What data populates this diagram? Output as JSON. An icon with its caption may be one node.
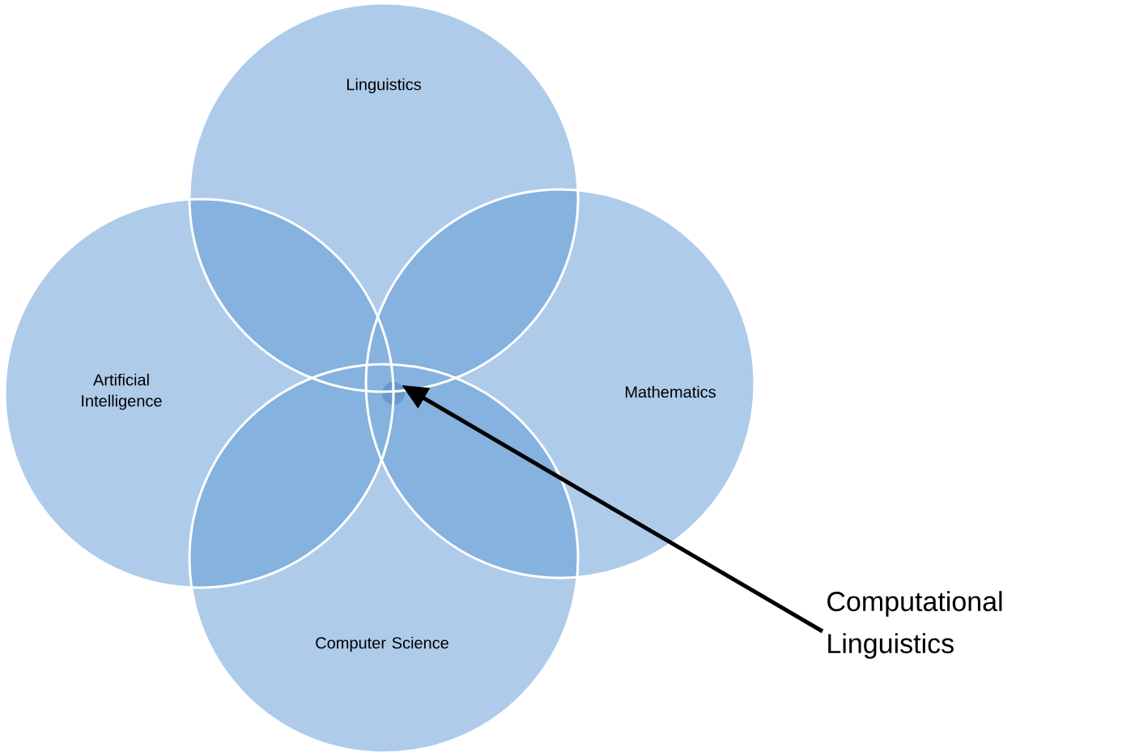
{
  "diagram": {
    "nodes": [
      {
        "text": [
          "Linguistics"
        ]
      },
      {
        "text": [
          "Artificial Intelligence"
        ]
      },
      {
        "text": [
          "Mathematics"
        ]
      },
      {
        "text": [
          "Computer Science"
        ]
      },
      {
        "text": [
          "Computational Linguistics"
        ]
      },
      {
        "text": [],
        "shape": "circle"
      }
    ],
    "edges": [
      {
        "from": 4,
        "to": 5,
        "arrow": "to"
      }
    ]
  }
}
